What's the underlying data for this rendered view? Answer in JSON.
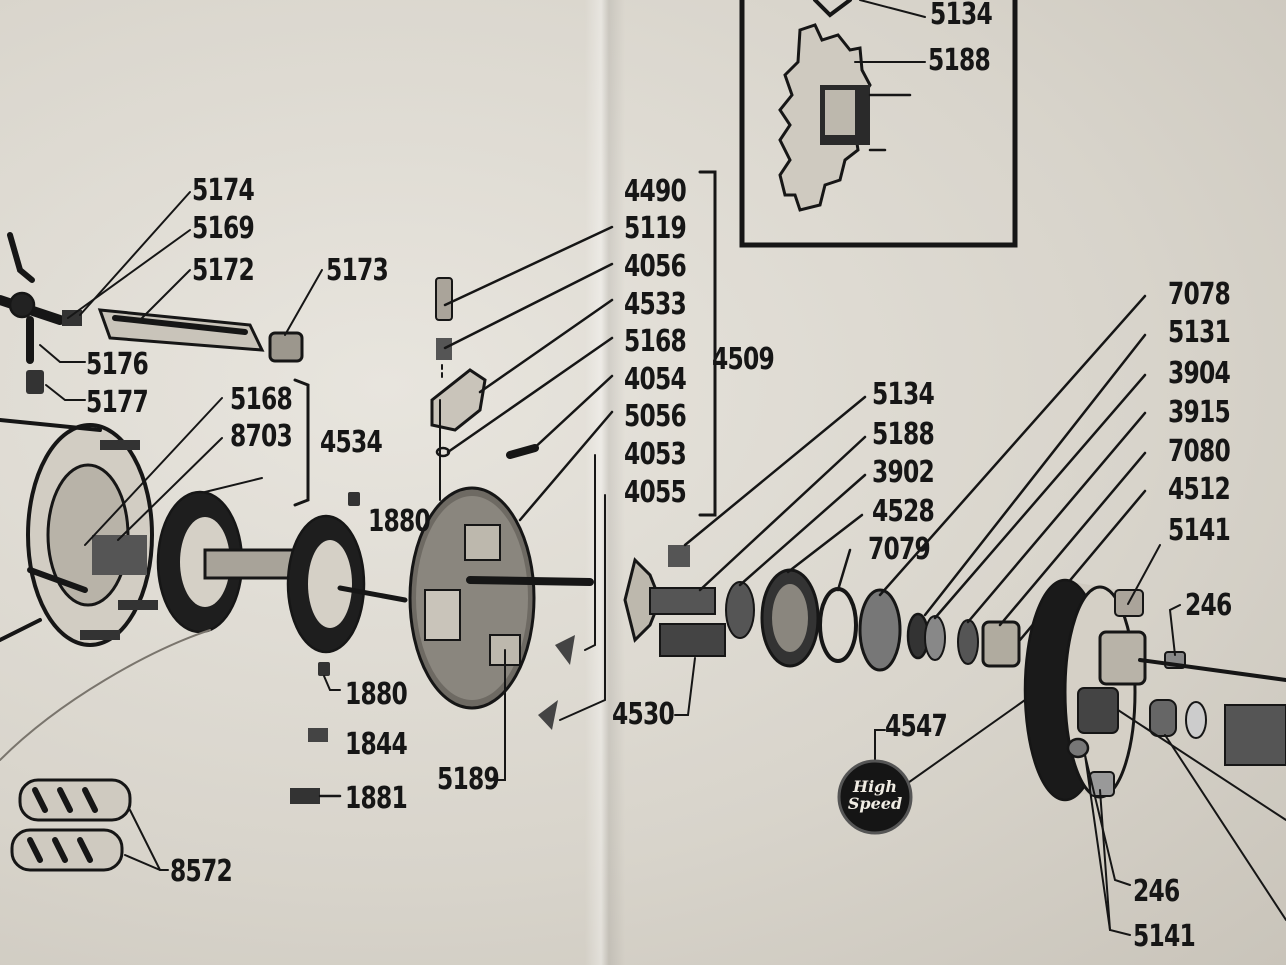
{
  "labels": {
    "p5134_top": "5134",
    "p5188_top": "5188",
    "p5174": "5174",
    "p5169": "5169",
    "p5172": "5172",
    "p5173": "5173",
    "p5176": "5176",
    "p5177": "5177",
    "p5168_left": "5168",
    "p8703": "8703",
    "p4534": "4534",
    "p1880_a": "1880",
    "p1880_b": "1880",
    "p1844": "1844",
    "p1881": "1881",
    "p8572": "8572",
    "p4490": "4490",
    "p5119": "5119",
    "p4056": "4056",
    "p4533": "4533",
    "p5168_mid": "5168",
    "p4054": "4054",
    "p5056": "5056",
    "p4053": "4053",
    "p4055": "4055",
    "p4509": "4509",
    "p5189": "5189",
    "p4530": "4530",
    "p5134_mid": "5134",
    "p5188_mid": "5188",
    "p3902": "3902",
    "p4528": "4528",
    "p7079": "7079",
    "p7078": "7078",
    "p5131": "5131",
    "p3904": "3904",
    "p3915": "3915",
    "p7080": "7080",
    "p4512": "4512",
    "p5141_top": "5141",
    "p246_top": "246",
    "p4547": "4547",
    "p246_bot": "246",
    "p5141_bot": "5141"
  },
  "badge": {
    "line1": "High",
    "line2": "Speed"
  },
  "colors": {
    "ink": "#161616",
    "paper": "#e2dfd8"
  }
}
